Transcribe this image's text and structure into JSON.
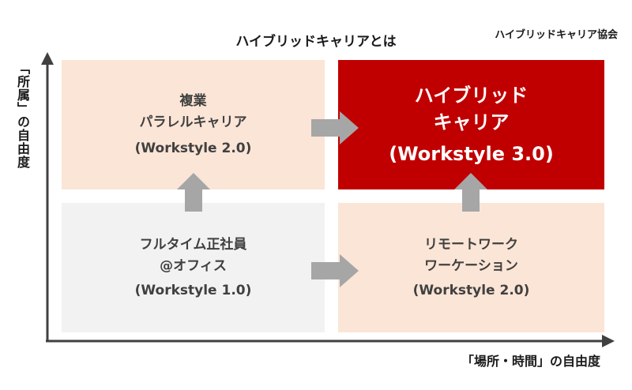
{
  "title": "ハイブリッドキャリアとは",
  "organization": "ハイブリッドキャリア協会",
  "axes": {
    "y_label": "「所属」の自由度",
    "x_label": "「場所・時間」の自由度"
  },
  "quadrants": {
    "top_left": {
      "line1": "複業",
      "line2": "パラレルキャリア",
      "workstyle": "(Workstyle 2.0)"
    },
    "top_right": {
      "line1": "ハイブリッド",
      "line2": "キャリア",
      "workstyle": "(Workstyle 3.0)"
    },
    "bottom_left": {
      "line1": "フルタイム正社員",
      "line2": "@オフィス",
      "workstyle": "(Workstyle 1.0)"
    },
    "bottom_right": {
      "line1": "リモートワーク",
      "line2": "ワーケーション",
      "workstyle": "(Workstyle 2.0)"
    }
  },
  "colors": {
    "accent": "#c00000",
    "peach": "#fbe5d6",
    "light_gray": "#f2f2f2",
    "arrow_gray": "#a6a6a6",
    "axis": "#404040"
  }
}
